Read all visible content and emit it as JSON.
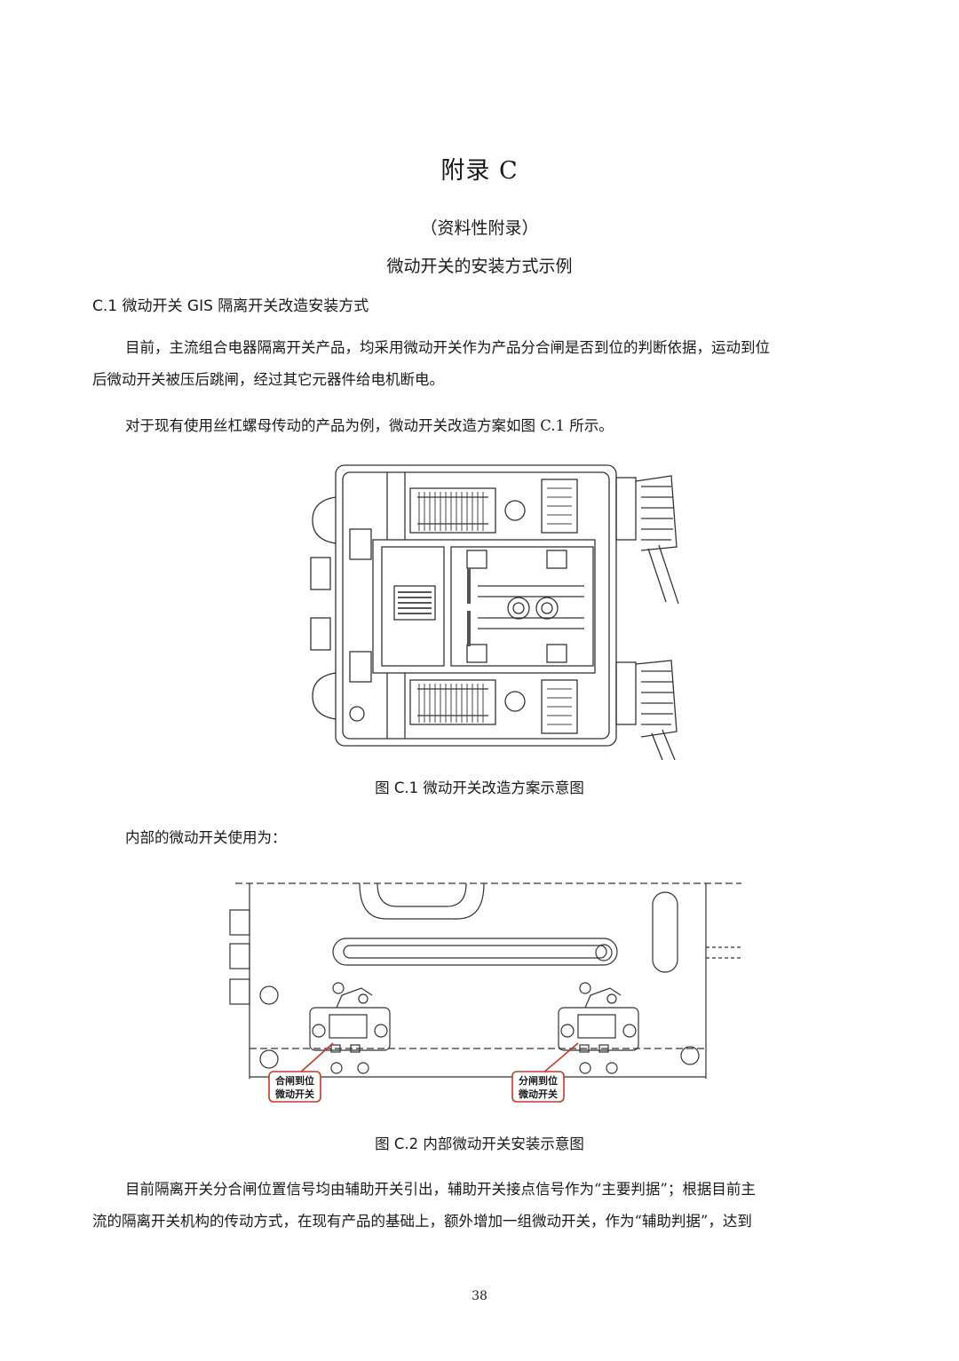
{
  "document": {
    "title": "附录 C",
    "subtitle": "（资料性附录）",
    "heading": "微动开关的安装方式示例",
    "section_title": "C.1  微动开关 GIS 隔离开关改造安装方式",
    "paragraph1": [
      "目前，主流组合电器隔离开关产品，均采用微动开关作为产品分合闸是否到位的判断依据，运动到位",
      "后微动开关被压后跳闸，经过其它元器件给电机断电。"
    ],
    "paragraph2": "对于现有使用丝杠螺母传动的产品为例，微动开关改造方案如图 C.1 所示。",
    "figure1_caption": "图 C.1  微动开关改造方案示意图",
    "paragraph3": "内部的微动开关使用为：",
    "figure2": {
      "label_left_line1": "合闸到位",
      "label_left_line2": "微动开关",
      "label_right_line1": "分闸到位",
      "label_right_line2": "微动开关"
    },
    "figure2_caption": "图 C.2  内部微动开关安装示意图",
    "paragraph4": [
      "目前隔离开关分合闸位置信号均由辅助开关引出，辅助开关接点信号作为“主要判据”；根据目前主",
      "流的隔离开关机构的传动方式，在现有产品的基础上，额外增加一组微动开关，作为“辅助判据”，达到"
    ],
    "page_number": "38"
  }
}
